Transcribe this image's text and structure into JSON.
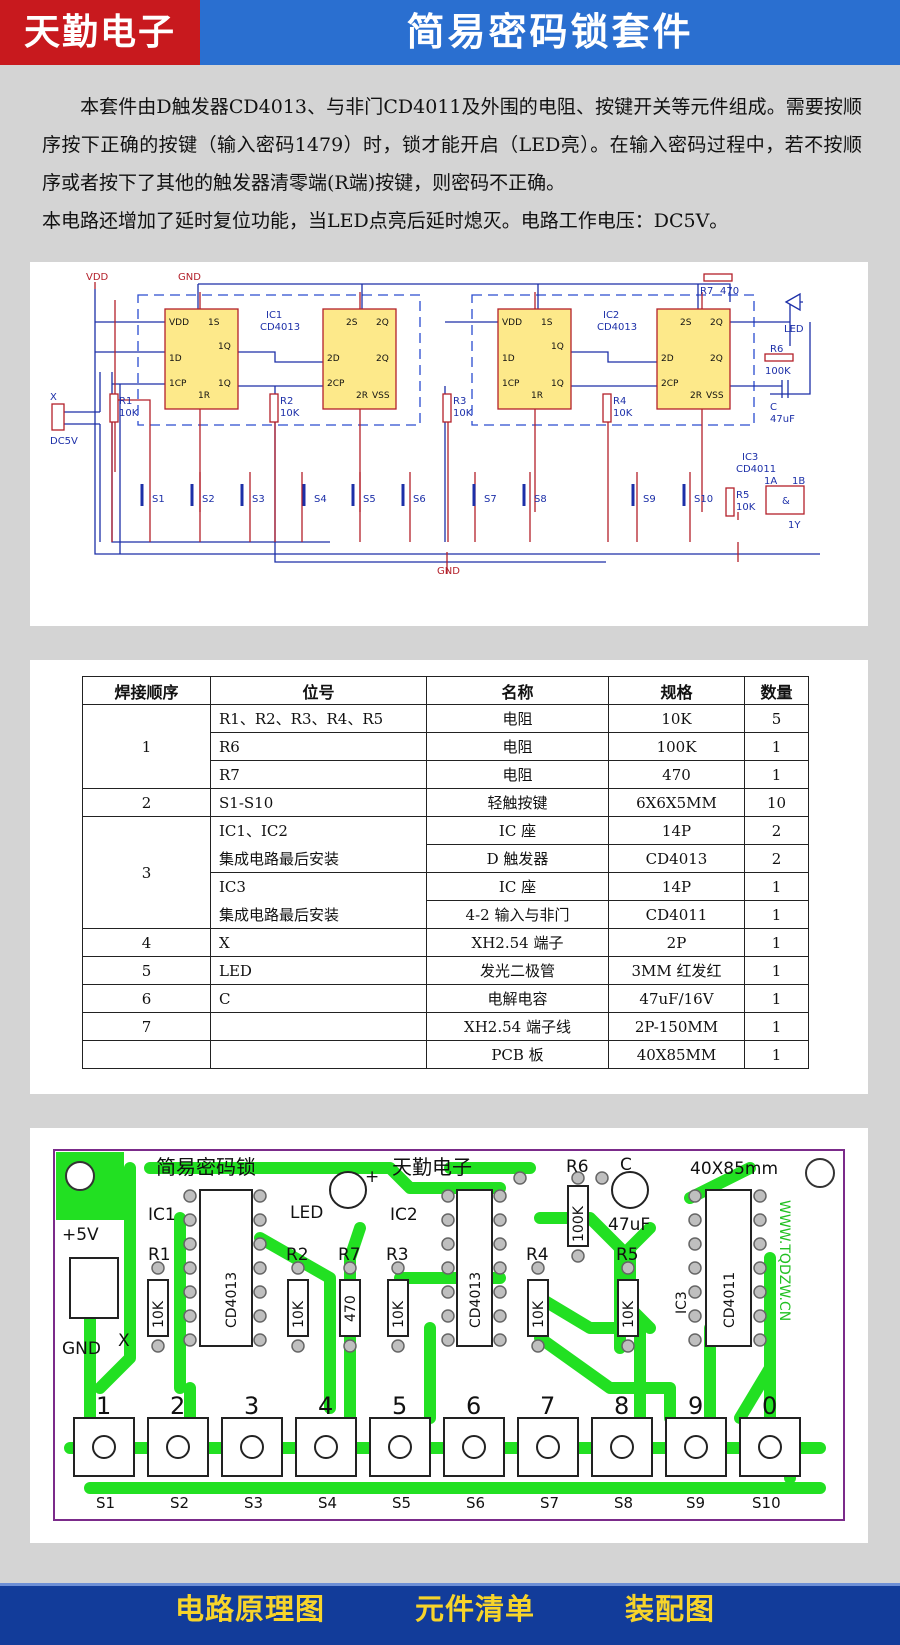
{
  "header": {
    "brand": "天勤电子",
    "title": "简易密码锁套件"
  },
  "intro": [
    "本套件由D触发器CD4013、与非门CD4011及外围的电阻、按键开关等元件组成。需要按顺序按下正确的按键（输入密码1479）时，锁才能开启（LED亮）。在输入密码过程中，若不按顺序或者按下了其他的触发器清零端(R端)按键，则密码不正确。",
    "本电路还增加了延时复位功能，当LED点亮后延时熄灭。电路工作电压：DC5V。"
  ],
  "schematic": {
    "vdd": "VDD",
    "gnd": "GND",
    "x_label": "X",
    "dc5v": "DC5V",
    "ic1": "IC1",
    "ic1_part": "CD4013",
    "ic2": "IC2",
    "ic2_part": "CD4013",
    "ic3": "IC3",
    "ic3_part": "CD4011",
    "ff1_pins": [
      "VDD",
      "1S",
      "1D",
      "1Q",
      "1CP",
      "1R",
      "1Q"
    ],
    "ff2_pins": [
      "2S",
      "2Q",
      "2D",
      "2Q",
      "2CP",
      "2R",
      "VSS"
    ],
    "r1": "R1",
    "r2": "R2",
    "r3": "R3",
    "r4": "R4",
    "r5": "R5",
    "r6": "R6",
    "r7": "R7",
    "v10k": "10K",
    "v100k": "100K",
    "v470": "470",
    "led": "LED",
    "c": "C",
    "c_val": "47uF",
    "gate_in_a": "1A",
    "gate_in_b": "1B",
    "gate_out": "1Y",
    "gate_sym": "&",
    "switches": [
      "S1",
      "S2",
      "S3",
      "S4",
      "S5",
      "S6",
      "S7",
      "S8",
      "S9",
      "S10"
    ]
  },
  "bom": {
    "headers": [
      "焊接顺序",
      "位号",
      "名称",
      "规格",
      "数量"
    ],
    "rows": [
      {
        "order": "1",
        "ref": "R1、R2、R3、R4、R5",
        "name": "电阻",
        "spec": "10K",
        "qty": "5"
      },
      {
        "order": "",
        "ref": "R6",
        "name": "电阻",
        "spec": "100K",
        "qty": "1"
      },
      {
        "order": "",
        "ref": "R7",
        "name": "电阻",
        "spec": "470",
        "qty": "1"
      },
      {
        "order": "2",
        "ref": "S1-S10",
        "name": "轻触按键",
        "spec": "6X6X5MM",
        "qty": "10"
      },
      {
        "order": "3",
        "ref": "IC1、IC2",
        "name": "IC 座",
        "spec": "14P",
        "qty": "2"
      },
      {
        "order": "",
        "ref": "集成电路最后安装",
        "name": "D 触发器",
        "spec": "CD4013",
        "qty": "2"
      },
      {
        "order": "",
        "ref": "IC3",
        "name": "IC 座",
        "spec": "14P",
        "qty": "1"
      },
      {
        "order": "",
        "ref": "集成电路最后安装",
        "name": "4-2 输入与非门",
        "spec": "CD4011",
        "qty": "1"
      },
      {
        "order": "4",
        "ref": "X",
        "name": "XH2.54 端子",
        "spec": "2P",
        "qty": "1"
      },
      {
        "order": "5",
        "ref": "LED",
        "name": "发光二极管",
        "spec": "3MM 红发红",
        "qty": "1"
      },
      {
        "order": "6",
        "ref": "C",
        "name": "电解电容",
        "spec": "47uF/16V",
        "qty": "1"
      },
      {
        "order": "7",
        "ref": "",
        "name": "XH2.54 端子线",
        "spec": "2P-150MM",
        "qty": "1"
      },
      {
        "order": "",
        "ref": "",
        "name": "PCB 板",
        "spec": "40X85MM",
        "qty": "1"
      }
    ]
  },
  "pcb": {
    "title": "简易密码锁",
    "brand": "天勤电子",
    "size": "40X85mm",
    "url": "WWW.TQDZW.CN",
    "plus5v": "+5V",
    "gnd": "GND",
    "x": "X",
    "led": "LED",
    "ic1": "IC1",
    "ic2": "IC2",
    "ic3": "IC3",
    "ic1_part": "CD4013",
    "ic2_part": "CD4013",
    "ic3_part": "CD4011",
    "r1": "R1",
    "r2": "R2",
    "r3": "R3",
    "r4": "R4",
    "r5": "R5",
    "r6": "R6",
    "r7": "R7",
    "v10k": "10K",
    "v100k": "100K",
    "v470": "470",
    "c": "C",
    "c_val": "47uF",
    "plus": "+",
    "digits": [
      "1",
      "2",
      "3",
      "4",
      "5",
      "6",
      "7",
      "8",
      "9",
      "0"
    ],
    "switches": [
      "S1",
      "S2",
      "S3",
      "S4",
      "S5",
      "S6",
      "S7",
      "S8",
      "S9",
      "S10"
    ]
  },
  "footer": {
    "schematic": "电路原理图",
    "bom": "元件清单",
    "assembly": "装配图"
  },
  "colors": {
    "header_blue": "#2a6fd0",
    "brand_red": "#c8191e",
    "footer_blue": "#123c9a",
    "footer_text": "#f7d42a",
    "trace_green": "#22e022",
    "ic_yellow": "#fde98a",
    "wire_blue": "#1c2fa8",
    "wire_red": "#b3202a"
  }
}
